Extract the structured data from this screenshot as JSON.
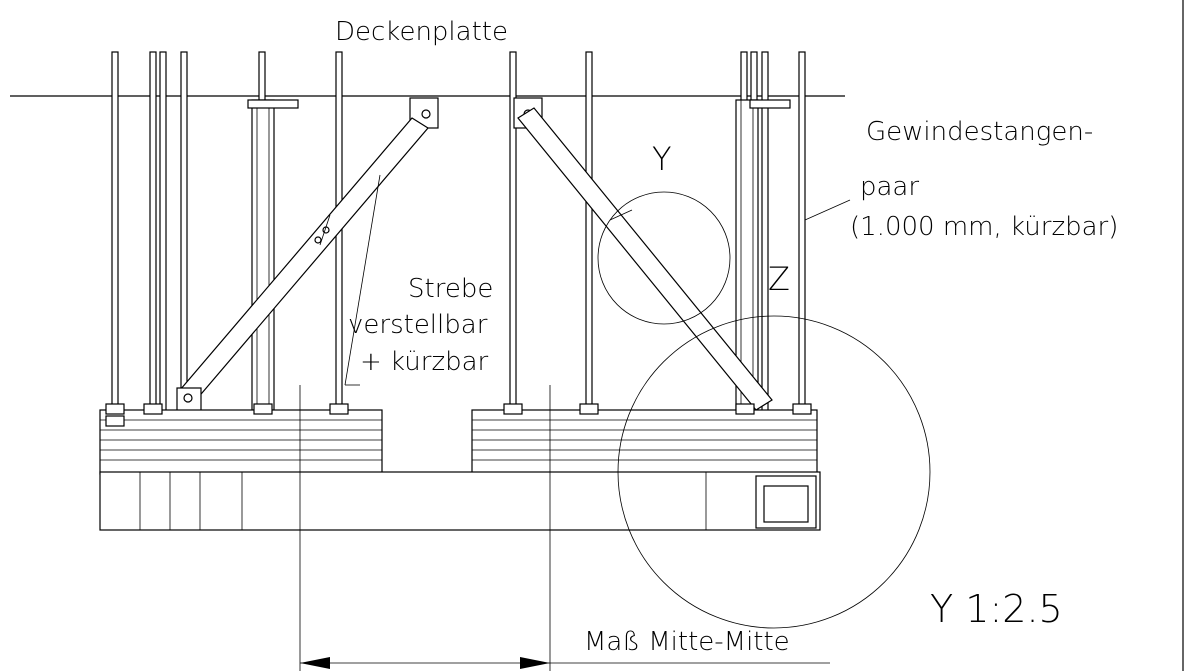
{
  "labels": {
    "ceiling_plate": "Deckenplatte",
    "threaded_rod_line1": "Gewindestangen-",
    "threaded_rod_line2": "paar",
    "threaded_rod_line3": "(1.000 mm, kürzbar)",
    "strut_line1": "Strebe",
    "strut_line2": "verstellbar",
    "strut_line3": "+ kürzbar",
    "detail_y": "Y",
    "detail_z": "Z",
    "scale_note": "Y 1:2.5",
    "dimension": "Maß Mitte-Mitte"
  }
}
